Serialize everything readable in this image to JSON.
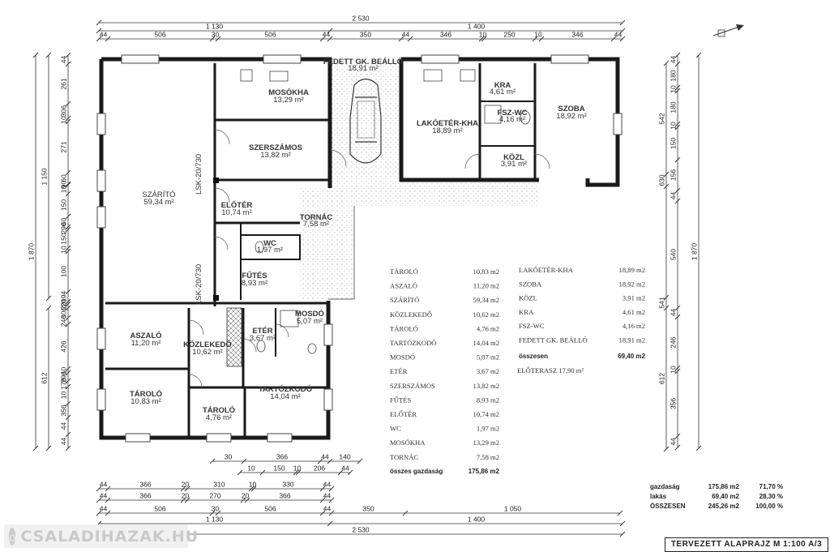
{
  "title_block": "TERVEZETT ALAPRAJZ  M 1:100 A/3",
  "watermark": "CSALADIHAZAK.HU",
  "garage": {
    "name": "FEDETT GK. BEÁLLÓ",
    "area": "18,91 m²"
  },
  "rooms": {
    "szarito": {
      "name": "SZÁRÍTÓ",
      "area": "59,34 m²"
    },
    "mosokha": {
      "name": "MOSÓKHA",
      "area": "13,29 m²"
    },
    "szerszamos": {
      "name": "SZERSZÁMOS",
      "area": "13,82 m²"
    },
    "eloter": {
      "name": "ELŐTÉR",
      "area": "10,74 m²"
    },
    "tornac": {
      "name": "TORNÁC",
      "area": "7,58 m²"
    },
    "wc": {
      "name": "WC",
      "area": "1,97 m²"
    },
    "futes": {
      "name": "FŰTÉS",
      "area": "8,93 m²"
    },
    "asszalo": {
      "name": "ASZALÓ",
      "area": "11,20 m²"
    },
    "kozlekedo": {
      "name": "KÖZLEKEDŐ",
      "area": "10,62 m²"
    },
    "eter": {
      "name": "ETÉR",
      "area": "3,67 m²"
    },
    "mosdo": {
      "name": "MOSDÓ",
      "area": "5,07 m²"
    },
    "taroloA": {
      "name": "TÁROLÓ",
      "area": "10,83 m²"
    },
    "taroloB": {
      "name": "TÁROLÓ",
      "area": "4,76 m²"
    },
    "tartozkodo": {
      "name": "TARTÓZKODÓ",
      "area": "14,04 m²"
    },
    "lakoeter": {
      "name": "LAKÓETÉR-KHA",
      "area": "18,89 m²"
    },
    "kra": {
      "name": "KRA",
      "area": "4,61 m²"
    },
    "fszwc": {
      "name": "FSZ-WC",
      "area": "4,16 m²"
    },
    "kozl": {
      "name": "KÖZL",
      "area": "3,91 m²"
    },
    "szoba": {
      "name": "SZOBA",
      "area": "18,92 m²"
    },
    "lsk1": "LSK-20/730",
    "lsk2": "LSK-20/730"
  },
  "utility_table": {
    "rows": [
      {
        "name": "TÁROLÓ",
        "value": "10,83 m2"
      },
      {
        "name": "ASZALÓ",
        "value": "11,20 m2"
      },
      {
        "name": "SZÁRÍTÓ",
        "value": "59,34 m2"
      },
      {
        "name": "KÖZLEKEDŐ",
        "value": "10,62 m2"
      },
      {
        "name": "TÁROLÓ",
        "value": "4,76 m2"
      },
      {
        "name": "TARTÓZKODÓ",
        "value": "14,04 m2"
      },
      {
        "name": "MOSDÓ",
        "value": "5,07 m2"
      },
      {
        "name": "ETÉR",
        "value": "3,67 m2"
      },
      {
        "name": "SZERSZÁMOS",
        "value": "13,82 m2"
      },
      {
        "name": "FŰTÉS",
        "value": "8,93 m2"
      },
      {
        "name": "ELŐTÉR",
        "value": "10,74 m2"
      },
      {
        "name": "WC",
        "value": "1,97 m2"
      },
      {
        "name": "MOSÓKHA",
        "value": "13,29 m2"
      },
      {
        "name": "TORNÁC",
        "value": "7,58 m2"
      }
    ],
    "total_label": "összes gazdaság",
    "total_value": "175,86 m2"
  },
  "living_table": {
    "rows": [
      {
        "name": "LAKÓETÉR-KHA",
        "value": "18,89 m2"
      },
      {
        "name": "SZOBA",
        "value": "18,92 m2"
      },
      {
        "name": "KÖZL",
        "value": "3,91 m2"
      },
      {
        "name": "KRA",
        "value": "4,61 m2"
      },
      {
        "name": "FSZ-WC",
        "value": "4,16 m2"
      },
      {
        "name": "FEDETT GK. BEÁLLÓ",
        "value": "18,91 m2"
      }
    ],
    "total_label": "összesen",
    "total_value": "69,40 m2",
    "terrace": "ELŐTERASZ 17,90 m²"
  },
  "summary": [
    {
      "label": "gazdaság",
      "area": "175,86 m2",
      "pct": "71,70 %"
    },
    {
      "label": "lakás",
      "area": "69,40 m2",
      "pct": "28,30 %"
    },
    {
      "label": "ÖSSZESEN",
      "area": "245,26 m2",
      "pct": "100,00 %"
    }
  ],
  "dims": {
    "top1": "2 530",
    "top2a": "1 130",
    "top2b": "1 400",
    "top3": [
      "44",
      "506",
      "30",
      "506",
      "44",
      "350",
      "44",
      "346",
      "10",
      "250",
      "10",
      "346",
      "44"
    ],
    "bot1": [
      "30",
      "366",
      "44",
      "140"
    ],
    "bot2": [
      "10",
      "150",
      "10",
      "206",
      "44"
    ],
    "bot3": [
      "44",
      "366",
      "20",
      "310",
      "10",
      "330",
      "44"
    ],
    "bot4": [
      "44",
      "366",
      "20",
      "270",
      "20",
      "366",
      "44"
    ],
    "bot5": [
      "44",
      "506",
      "30",
      "506",
      "44",
      "350",
      "1 050"
    ],
    "bot6a": "1 130",
    "bot6b": "1 400",
    "bot7": "2 530",
    "left_total": "1 870",
    "left_mid1": "1 150",
    "left_mid2": "612",
    "left_inner": [
      "44",
      "261",
      "306",
      "10",
      "271",
      "60",
      "90",
      "10",
      "150",
      "60",
      "290",
      "150",
      "10",
      "100",
      "194",
      "20",
      "20",
      "306",
      "246",
      "426",
      "10",
      "296",
      "176",
      "10",
      "356",
      "44",
      "44",
      "44"
    ],
    "right_outer": [
      "44",
      "180",
      "10",
      "180",
      "10",
      "150",
      "156",
      "44",
      "540",
      "44",
      "246",
      "10",
      "356",
      "44",
      "10"
    ],
    "right_mid": [
      "542",
      "630",
      "541",
      "612"
    ],
    "right_total": "1 870"
  }
}
